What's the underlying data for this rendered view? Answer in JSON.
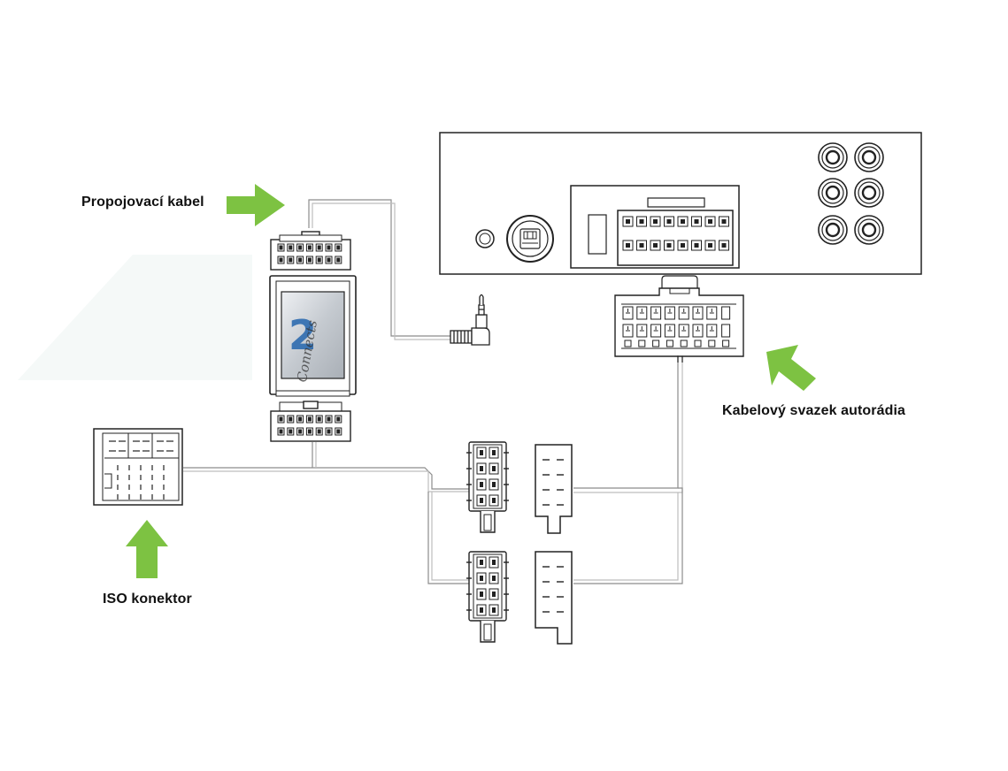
{
  "labels": {
    "interconnect_cable": "Propojovací kabel",
    "radio_harness": "Kabelový svazek autorádia",
    "iso_connector": "ISO konektor"
  },
  "colors": {
    "arrow": "#7dc242",
    "line": "#222222",
    "cable": "#9a9a9a",
    "logo_blue": "#2e6cb0",
    "module_screen": "#c9cdd2"
  }
}
